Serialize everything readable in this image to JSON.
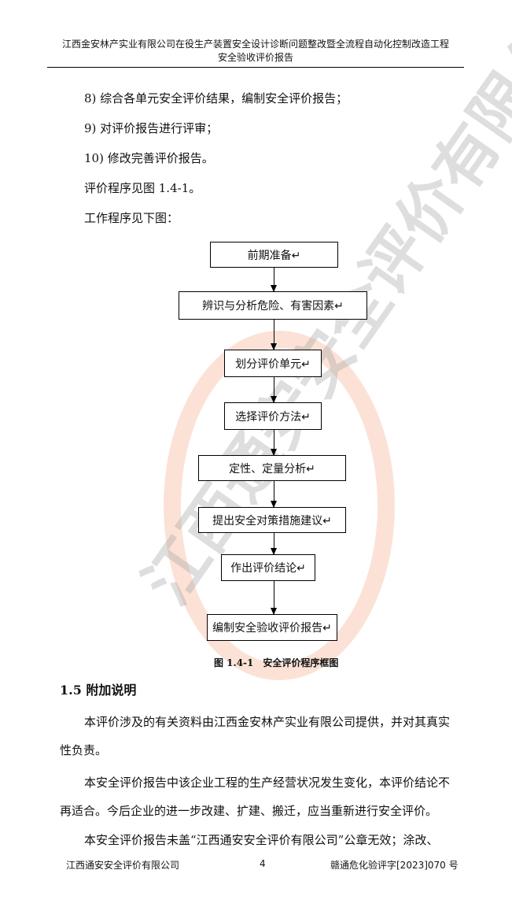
{
  "header": {
    "line1": "江西金安林产实业有限公司在役生产装置安全设计诊断问题整改暨全流程自动化控制改造工程",
    "line2": "安全验收评价报告"
  },
  "steps_text": [
    "8) 综合各单元安全评价结果，编制安全评价报告；",
    "9) 对评价报告进行评审；",
    "10) 修改完善评价报告。",
    "评价程序见图 1.4-1。",
    "工作程序见下图："
  ],
  "flowchart": {
    "boxes": [
      "前期准备↵",
      "辨识与分析危险、有害因素↵",
      "划分评价单元↵",
      "选择评价方法↵",
      "定性、定量分析↵",
      "提出安全对策措施建议↵",
      "作出评价结论↵",
      "编制安全验收评价报告↵"
    ],
    "caption": "图 1.4-1　安全评价程序框图"
  },
  "watermark": "江西通安安全评价有限公司",
  "section": {
    "title": "1.5 附加说明",
    "paragraphs": [
      [
        "本评价涉及的有关资料由江西金安林产实业有限公司提供，并对其真实",
        "性负责。"
      ],
      [
        "本安全评价报告中该企业工程的生产经营状况发生变化，本评价结论不",
        "再适合。今后企业的进一步改建、扩建、搬迁，应当重新进行安全评价。"
      ],
      [
        "本安全评价报告未盖“江西通安安全评价有限公司”公章无效；涂改、"
      ]
    ]
  },
  "footer": {
    "company": "江西通安安全评价有限公司",
    "page": "4",
    "doc_no": "赣通危化验评字[2023]070 号"
  }
}
